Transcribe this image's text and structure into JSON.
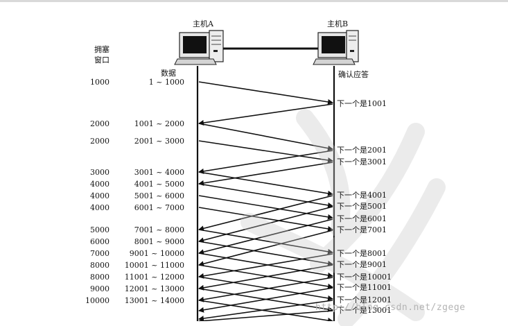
{
  "host_a_label": "主机A",
  "host_b_label": "主机B",
  "cwnd_header": [
    "拥塞",
    "窗口"
  ],
  "data_header": "数据",
  "ack_header": "确认应答",
  "rows": [
    {
      "cwnd": "1000",
      "range": "1 ~ 1000"
    },
    {
      "cwnd": "2000",
      "range": "1001 ~ 2000"
    },
    {
      "cwnd": "2000",
      "range": "2001 ~ 3000"
    },
    {
      "cwnd": "3000",
      "range": "3001 ~ 4000"
    },
    {
      "cwnd": "4000",
      "range": "4001 ~ 5000"
    },
    {
      "cwnd": "4000",
      "range": "5001 ~ 6000"
    },
    {
      "cwnd": "4000",
      "range": "6001 ~ 7000"
    },
    {
      "cwnd": "5000",
      "range": "7001 ~ 8000"
    },
    {
      "cwnd": "6000",
      "range": "8001 ~ 9000"
    },
    {
      "cwnd": "7000",
      "range": "9001 ~ 10000"
    },
    {
      "cwnd": "8000",
      "range": "10001 ~ 11000"
    },
    {
      "cwnd": "8000",
      "range": "11001 ~ 12000"
    },
    {
      "cwnd": "9000",
      "range": "12001 ~ 13000"
    },
    {
      "cwnd": "10000",
      "range": "13001 ~ 14000"
    }
  ],
  "acks": [
    "下一个是1001",
    "下一个是2001",
    "下一个是3001",
    "下一个是4001",
    "下一个是5001",
    "下一个是6001",
    "下一个是7001",
    "下一个是8001",
    "下一个是9001",
    "下一个是10001",
    "下一个是11001",
    "下一个是12001",
    "下一个是13001"
  ],
  "watermark": "http://blog.csdn.net/zgege"
}
